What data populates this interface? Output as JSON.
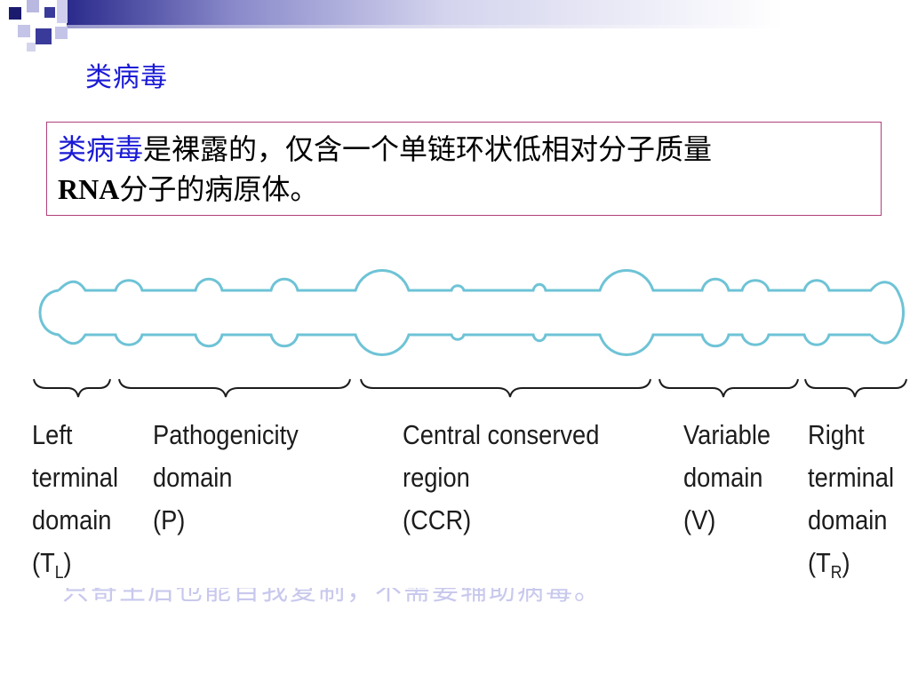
{
  "slide": {
    "title": "类病毒",
    "definition": {
      "term": "类病毒",
      "rest_line1": "是裸露的，仅含一个单链环状低相对分子质量",
      "rna": "RNA",
      "rest_line2": "分子的病原体。"
    },
    "obscured_text": "只寄生后也能自我复制，不需要辅助病毒。"
  },
  "figure": {
    "domains": [
      {
        "lines": [
          "Left",
          "terminal",
          "domain"
        ],
        "abbr": "T",
        "sub": "L"
      },
      {
        "lines": [
          "Pathogenicity",
          "domain",
          "(P)"
        ]
      },
      {
        "lines": [
          "Central conserved",
          "region",
          "(CCR)"
        ]
      },
      {
        "lines": [
          "Variable",
          "domain",
          "(V)"
        ]
      },
      {
        "lines": [
          "Right",
          "terminal",
          "domain"
        ],
        "abbr": "T",
        "sub": "R"
      }
    ]
  },
  "colors": {
    "title": "#1a1ad6",
    "box_border": "#b0407a",
    "rna_line": "#6ec3d6"
  }
}
